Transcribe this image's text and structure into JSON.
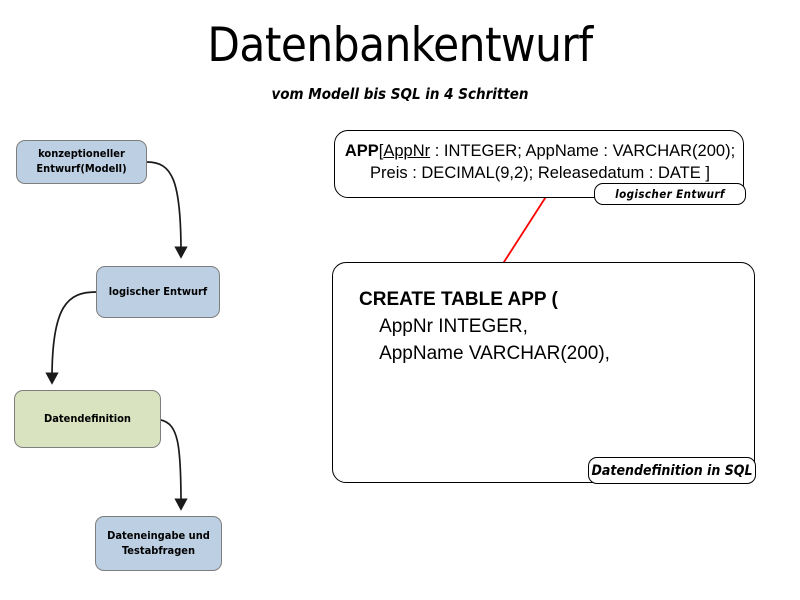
{
  "slide": {
    "title": "Datenbankentwurf",
    "subtitle": "vom Modell bis SQL in 4 Schritten",
    "background_color": "#ffffff"
  },
  "colors": {
    "box_blue": "#bdcfe3",
    "box_green": "#d9e3bf",
    "box_border": "#7e7e7e",
    "arrow": "#000000",
    "highlight_arrow": "#ff0000",
    "text": "#000000"
  },
  "flowchart": {
    "steps": [
      {
        "id": "konzeptioneller-entwurf",
        "label": "konzeptioneller\nEntwurf(Modell)",
        "line1": "konzeptioneller",
        "line2": "Entwurf(Modell)",
        "fill": "#bdcfe3"
      },
      {
        "id": "logischer-entwurf",
        "label": "logischer Entwurf",
        "line1": "logischer Entwurf",
        "line2": "",
        "fill": "#bdcfe3"
      },
      {
        "id": "datendefinition",
        "label": "Datendefinition",
        "line1": "Datendefinition",
        "line2": "",
        "fill": "#d9e3bf"
      },
      {
        "id": "dateneingabe",
        "label": "Dateneingabe und\nTestabfragen",
        "line1": "Dateneingabe und",
        "line2": "Testabfragen",
        "fill": "#bdcfe3"
      }
    ]
  },
  "schema": {
    "relation_name": "APP",
    "open_bracket": "[",
    "primary_key": "AppNr",
    "line1_rest": " : INTEGER; AppName : VARCHAR(200);",
    "line2": "Preis : DECIMAL(9,2); Releasedatum : DATE ]",
    "caption": "logischer Entwurf"
  },
  "sql": {
    "lines": [
      "CREATE TABLE APP (",
      "    AppNr INTEGER,",
      "    AppName VARCHAR(200),"
    ],
    "keyword_line": "CREATE TABLE APP (",
    "body_lines": [
      "    AppNr INTEGER,",
      "    AppName VARCHAR(200),"
    ],
    "caption": "Datendefinition in SQL"
  }
}
